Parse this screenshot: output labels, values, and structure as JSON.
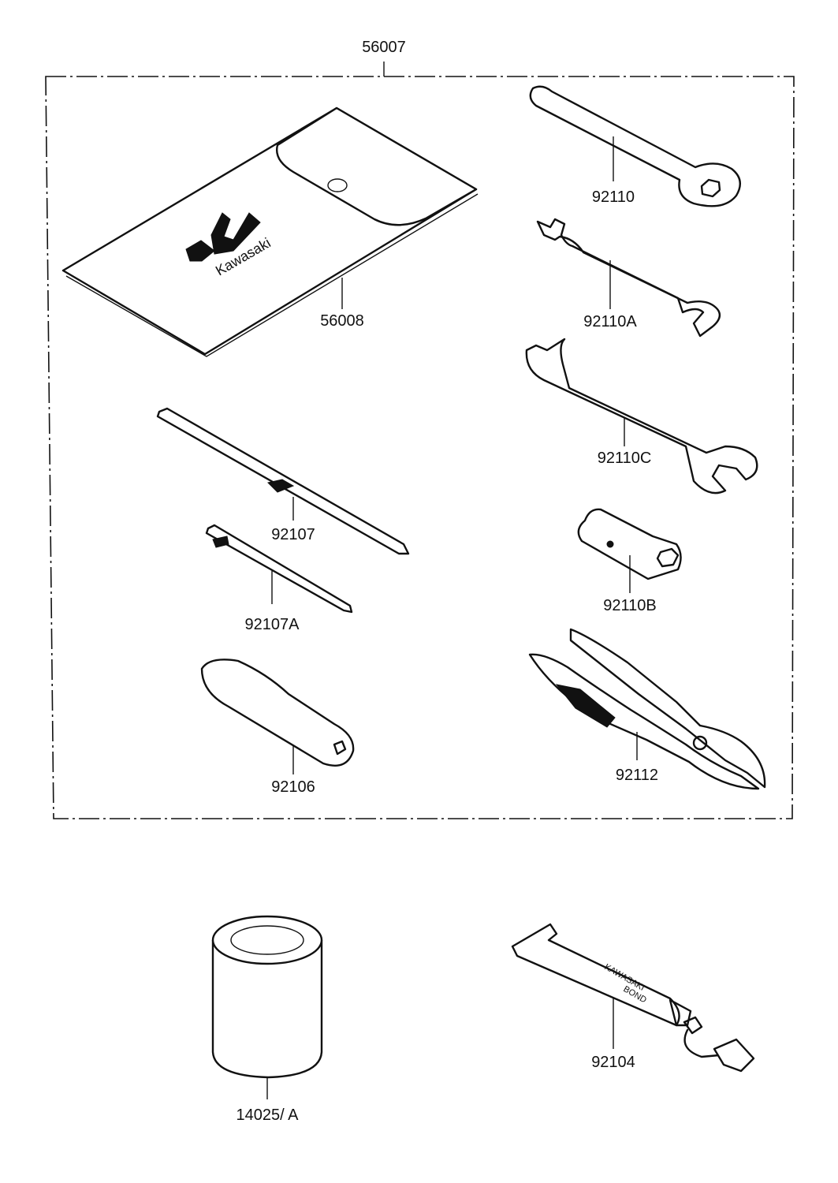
{
  "kit": {
    "part_number": "56007"
  },
  "parts": {
    "pouch": {
      "part_number": "56008",
      "brand_text": "Kawasaki"
    },
    "ring_wrench": {
      "part_number": "92110"
    },
    "open_wrench_small": {
      "part_number": "92110A"
    },
    "open_wrench_large": {
      "part_number": "92110C"
    },
    "screwdriver_long": {
      "part_number": "92107"
    },
    "screwdriver_short": {
      "part_number": "92107A"
    },
    "box_spanner": {
      "part_number": "92110B"
    },
    "handle": {
      "part_number": "92106"
    },
    "pliers": {
      "part_number": "92112"
    },
    "filter": {
      "part_number": "14025/ A"
    },
    "bond_tube": {
      "part_number": "92104",
      "label_line1": "KAWASAKI",
      "label_line2": "BOND"
    }
  }
}
